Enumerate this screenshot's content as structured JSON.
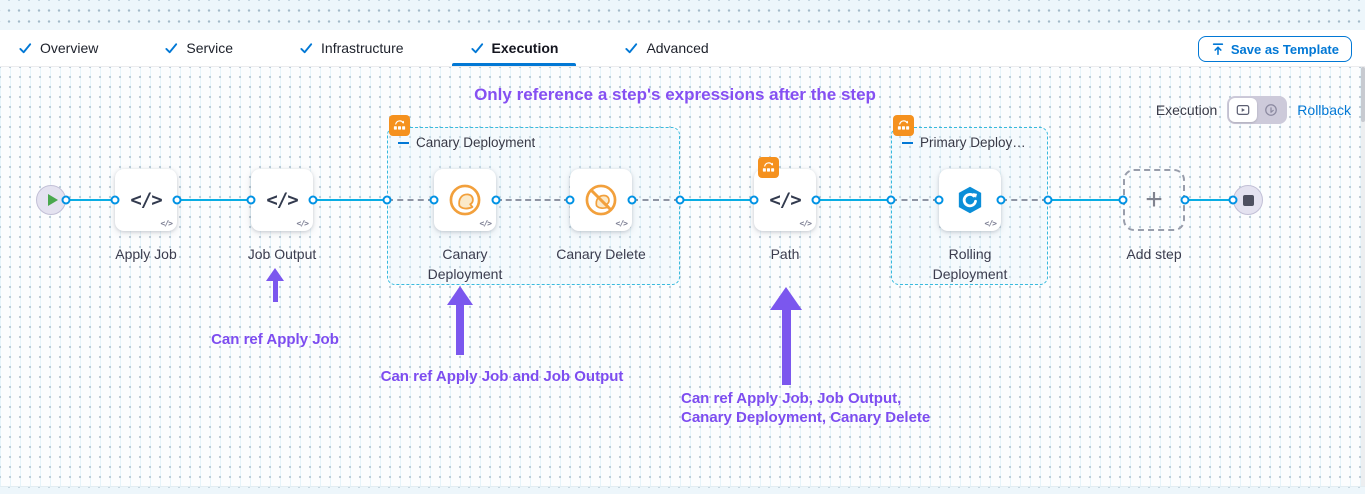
{
  "tabs": {
    "items": [
      {
        "label": "Overview"
      },
      {
        "label": "Service"
      },
      {
        "label": "Infrastructure"
      },
      {
        "label": "Execution"
      },
      {
        "label": "Advanced"
      }
    ],
    "active": "Execution"
  },
  "toolbar": {
    "save_as_template": "Save as Template"
  },
  "mode": {
    "label": "Execution",
    "rollback": "Rollback"
  },
  "canvas": {
    "heading": "Only reference a step's expressions after the step",
    "nodes": {
      "apply_job": "Apply Job",
      "job_output": "Job Output",
      "canary_group": "Canary Deployment",
      "canary_deployment": "Canary Deployment",
      "canary_delete": "Canary Delete",
      "path": "Path",
      "primary_group": "Primary Deploy…",
      "rolling_deployment": "Rolling Deployment",
      "add_step": "Add step"
    },
    "annotations": {
      "ref_job_output": "Can ref Apply Job",
      "ref_canary": "Can ref Apply Job and Job Output",
      "ref_path_line1": "Can ref Apply Job, Job Output,",
      "ref_path_line2": "Canary Deployment, Canary Delete"
    }
  },
  "icons": {
    "code": "</>",
    "plus": "+"
  },
  "colors": {
    "accent_blue": "#0278d5",
    "connector_cyan": "#0aade4",
    "annotation_purple": "#7d4df0",
    "badge_orange": "#f5911e",
    "canary_orange": "#f2a03c",
    "rolling_blue": "#0b8ed8"
  }
}
